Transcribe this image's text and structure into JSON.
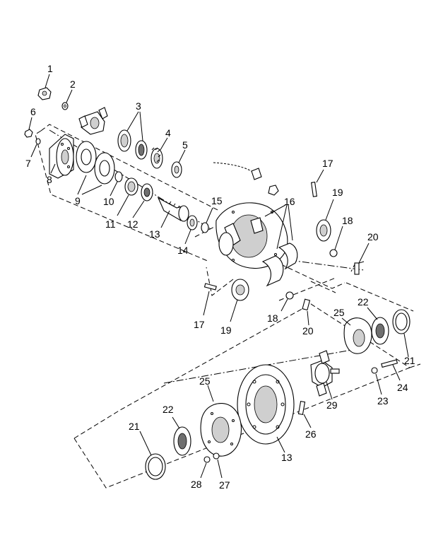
{
  "callouts": [
    "1",
    "2",
    "3",
    "4",
    "5",
    "6",
    "7",
    "8",
    "9",
    "10",
    "11",
    "12",
    "13",
    "14",
    "15",
    "16",
    "17",
    "18",
    "19",
    "20",
    "21",
    "22",
    "23",
    "24",
    "25",
    "26",
    "27",
    "28",
    "29"
  ],
  "labels": {
    "l1": "1",
    "l2": "2",
    "l3": "3",
    "l4": "4",
    "l5": "5",
    "l6": "6",
    "l7": "7",
    "l8": "8",
    "l9": "9",
    "l10": "10",
    "l11": "11",
    "l12": "12",
    "l13a": "13",
    "l14": "14",
    "l15": "15",
    "l16": "16",
    "l17a": "17",
    "l17b": "17",
    "l18a": "18",
    "l18b": "18",
    "l19a": "19",
    "l19b": "19",
    "l20a": "20",
    "l20b": "20",
    "l21a": "21",
    "l21b": "21",
    "l22a": "22",
    "l22b": "22",
    "l23": "23",
    "l24": "24",
    "l25a": "25",
    "l25b": "25",
    "l26": "26",
    "l27": "27",
    "l28": "28",
    "l29": "29",
    "l13b": "13"
  }
}
